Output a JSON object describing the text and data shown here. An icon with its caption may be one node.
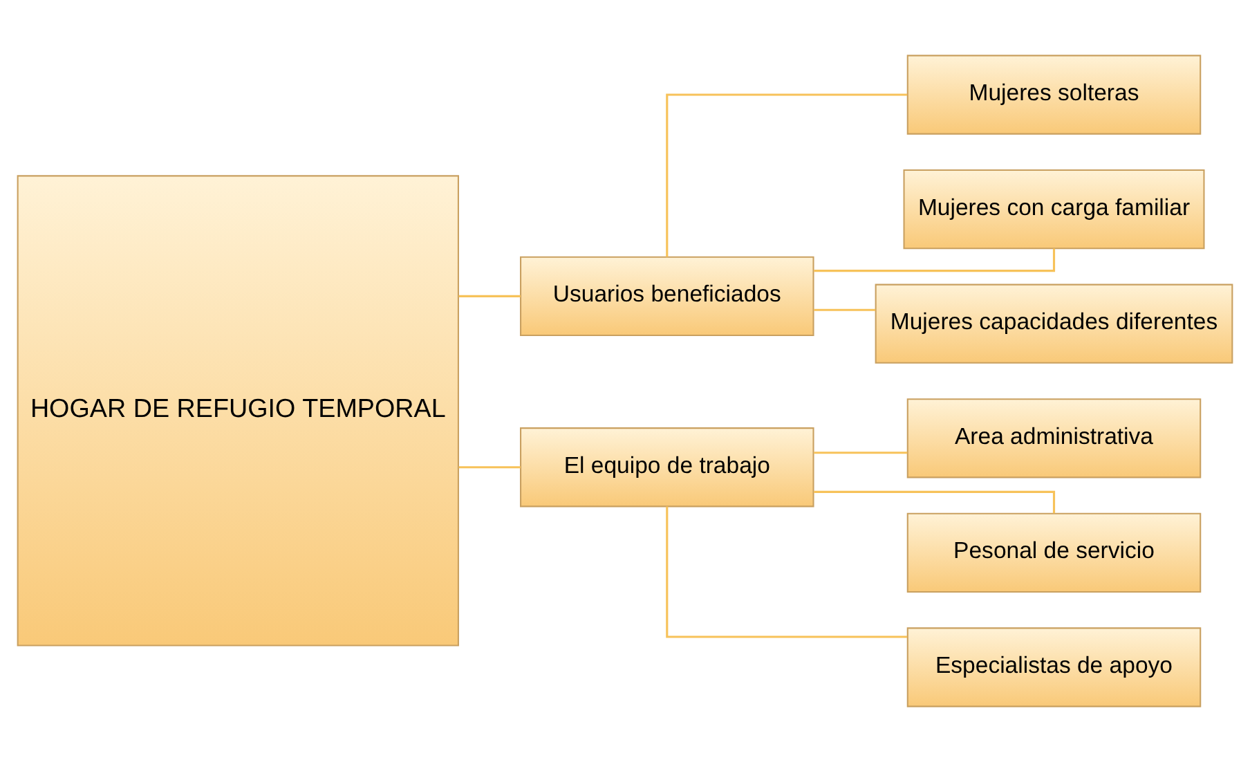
{
  "diagram": {
    "nodes": [
      {
        "text": [
          "HOGAR DE REFUGIO TEMPORAL"
        ]
      },
      {
        "text": [
          "Usuarios beneficiados"
        ]
      },
      {
        "text": [
          "El equipo de trabajo"
        ]
      },
      {
        "text": [
          "Mujeres solteras"
        ]
      },
      {
        "text": [
          "Mujeres con carga familiar"
        ]
      },
      {
        "text": [
          "Mujeres capacidades diferentes"
        ]
      },
      {
        "text": [
          "Area administrativa"
        ]
      },
      {
        "text": [
          "Pesonal de servicio"
        ]
      },
      {
        "text": [
          "Especialistas de apoyo"
        ]
      }
    ],
    "edges": [
      {
        "from": 0,
        "to": 1,
        "arrow": "none"
      },
      {
        "from": 0,
        "to": 2,
        "arrow": "none"
      },
      {
        "from": 1,
        "to": 3,
        "arrow": "none"
      },
      {
        "from": 1,
        "to": 4,
        "arrow": "none"
      },
      {
        "from": 1,
        "to": 5,
        "arrow": "none"
      },
      {
        "from": 2,
        "to": 6,
        "arrow": "none"
      },
      {
        "from": 2,
        "to": 7,
        "arrow": "none"
      },
      {
        "from": 2,
        "to": 8,
        "arrow": "none"
      }
    ]
  }
}
